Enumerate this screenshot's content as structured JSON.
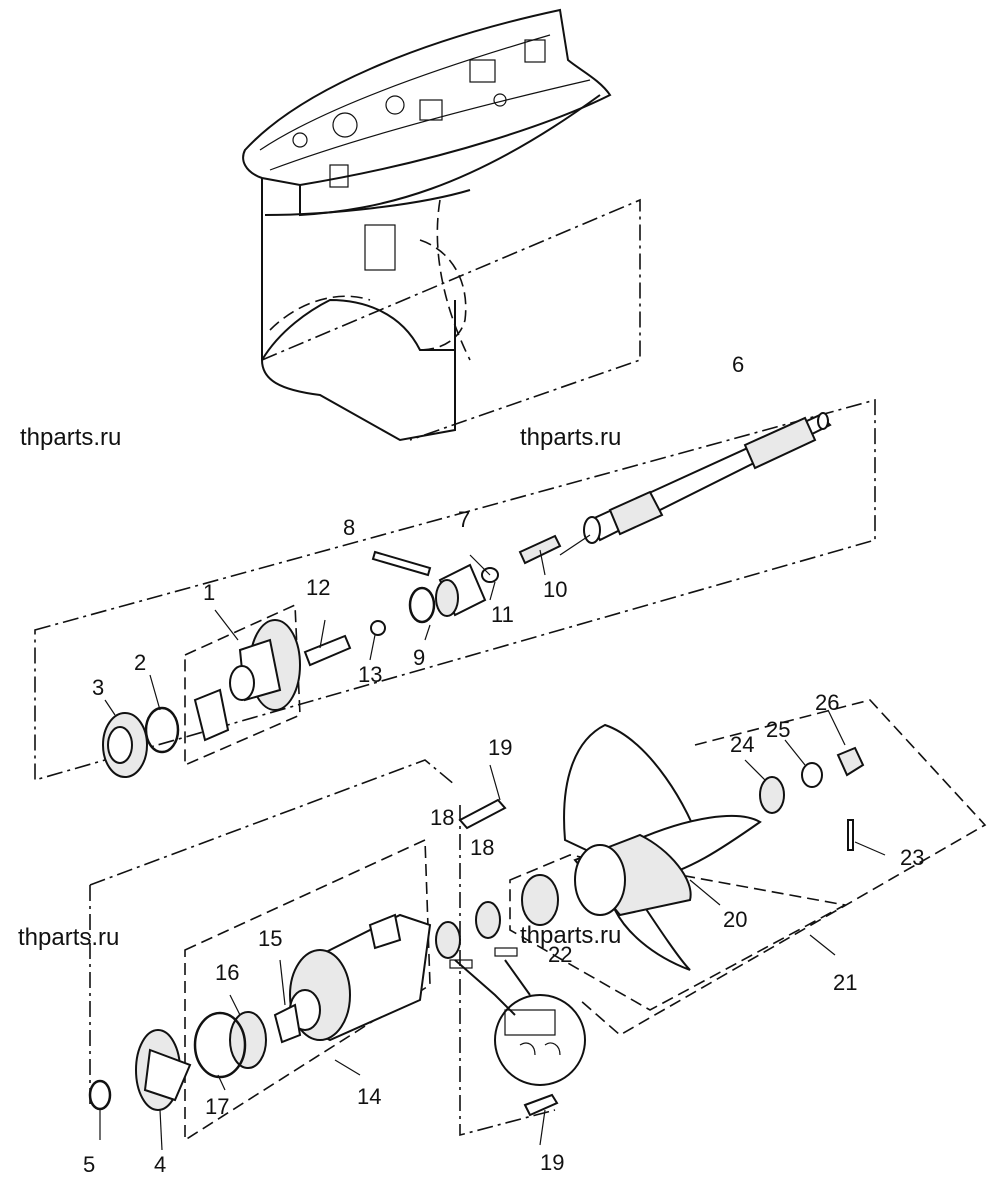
{
  "watermarks": [
    "thparts.ru",
    "thparts.ru",
    "thparts.ru",
    "thparts.ru"
  ],
  "callouts": [
    "1",
    "2",
    "3",
    "4",
    "5",
    "6",
    "7",
    "8",
    "9",
    "10",
    "11",
    "12",
    "13",
    "14",
    "15",
    "16",
    "17",
    "18",
    "18",
    "19",
    "19",
    "20",
    "21",
    "22",
    "23",
    "24",
    "25",
    "26"
  ]
}
